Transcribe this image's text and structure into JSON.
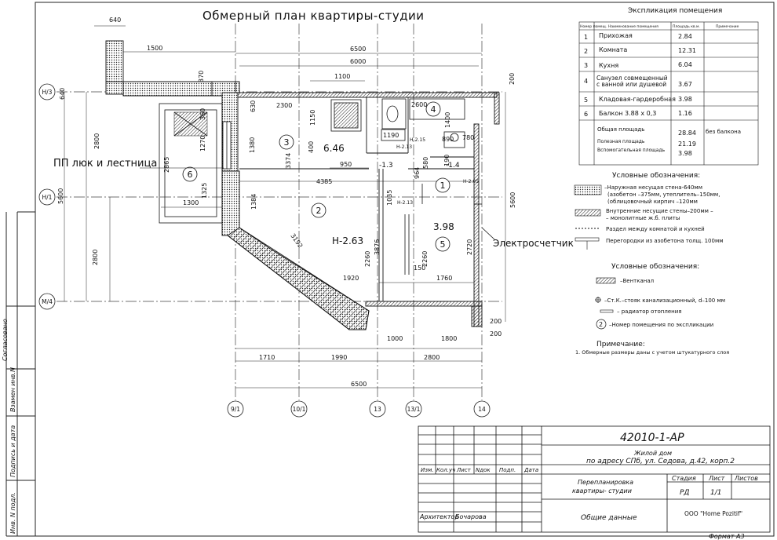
{
  "title": "Обмерный план квартиры-студии",
  "explication": {
    "title": "Экспликация помещения",
    "headers": {
      "num": "Номер помещ.",
      "name": "Наименование помещения",
      "area": "Площадь кв.м.",
      "note": "Примечание"
    },
    "rows": [
      {
        "num": "1",
        "name": "Прихожая",
        "area": "2.84"
      },
      {
        "num": "2",
        "name": "Комната",
        "area": "12.31"
      },
      {
        "num": "3",
        "name": "Кухня",
        "area": "6.04"
      },
      {
        "num": "4",
        "name": "Санузел совмещенный с ванной или душевой",
        "area": "3.67"
      },
      {
        "num": "5",
        "name": "Кладовая-гардеробная",
        "area": "3.98"
      },
      {
        "num": "6",
        "name": "Балкон 3.88 x 0,3",
        "area": "1.16"
      }
    ],
    "totals": [
      {
        "label": "Общая площадь",
        "value": "28.84",
        "note": "без балкона"
      },
      {
        "label": "Полезная площадь",
        "value": "21.19"
      },
      {
        "label": "Вспомогательная площадь",
        "value": "3.98"
      }
    ]
  },
  "legend1": {
    "title": "Условные обозначения:",
    "items": [
      "–Наружная несущая стена-640мм",
      "(азобетон –375мм, утеплитель–150мм,",
      "(облицовочный кирпич –120мм",
      "Внутренние несущие стены–200мм –",
      "– монолитные ж.б. плиты",
      "Раздел между комнатой и кухней",
      "Перегородки из азобетона толщ. 100мм"
    ]
  },
  "legend2": {
    "title": "Условные обозначения:",
    "items": [
      "–Вентканал",
      "–Ст.К.–стояк канализационный, d–100 мм",
      "– радиатор отопления",
      "–Номер помещения по экспликации"
    ],
    "badge": "2"
  },
  "notes": {
    "title": "Примечание:",
    "text": "1. Обмерные размеры даны с учетом штукатурного слоя"
  },
  "labels": {
    "hatch": "ПП люк и лестница",
    "meter": "Электросчетчик",
    "area_kitchen": "6.46",
    "area_room": "Н-2.63",
    "area_storage": "3.98",
    "h1": "Н-2.13",
    "h2": "Н-2.15",
    "h3": "Н-2.05",
    "h4": "Н-2.13",
    "lvl1": "-1.3",
    "lvl2": "-1.4"
  },
  "rooms": [
    "1",
    "2",
    "3",
    "4",
    "5",
    "6"
  ],
  "axes_h": [
    "Н/3",
    "Н/1",
    "М/4"
  ],
  "axes_v": [
    "9/1",
    "10/1",
    "13",
    "13/1",
    "14"
  ],
  "dims": [
    "640",
    "1500",
    "6500",
    "6000",
    "1100",
    "370",
    "640",
    "200",
    "2300",
    "630",
    "1150",
    "2600",
    "1400",
    "780",
    "1190",
    "890",
    "1380",
    "400",
    "950",
    "3374",
    "4385",
    "580",
    "190",
    "964",
    "2800",
    "5600",
    "2865",
    "1270",
    "360",
    "1325",
    "1300",
    "1384",
    "2800",
    "1035",
    "3192",
    "3876",
    "2260",
    "2260",
    "150",
    "2720",
    "5600",
    "1920",
    "1760",
    "200",
    "1000",
    "1800",
    "200",
    "1710",
    "1990",
    "2800",
    "6500"
  ],
  "stamp": {
    "code": "42010-1-АР",
    "object_line1": "Жилой дом",
    "object_line2": "по адресу СПб, ул. Седова, д.42, корп.2",
    "hdr": [
      "Изм.",
      "Кол.уч",
      "Лист",
      "Nдок",
      "Подп.",
      "Дата"
    ],
    "work_line1": "Перепланировка",
    "work_line2": "квартиры- студии",
    "stage_h": "Стадия",
    "sheet_h": "Лист",
    "sheets_h": "Листов",
    "stage": "РД",
    "sheet": "1/1",
    "sheets": "",
    "role": "Архитектор",
    "person": "Бочарова",
    "section": "Общие данные",
    "company": "ООО \"Home Pozitif\"",
    "format": "Формат А3"
  },
  "side": [
    "Согласовано",
    "Взамен инв.N",
    "Подпись и дата",
    "Инв. N подл."
  ]
}
